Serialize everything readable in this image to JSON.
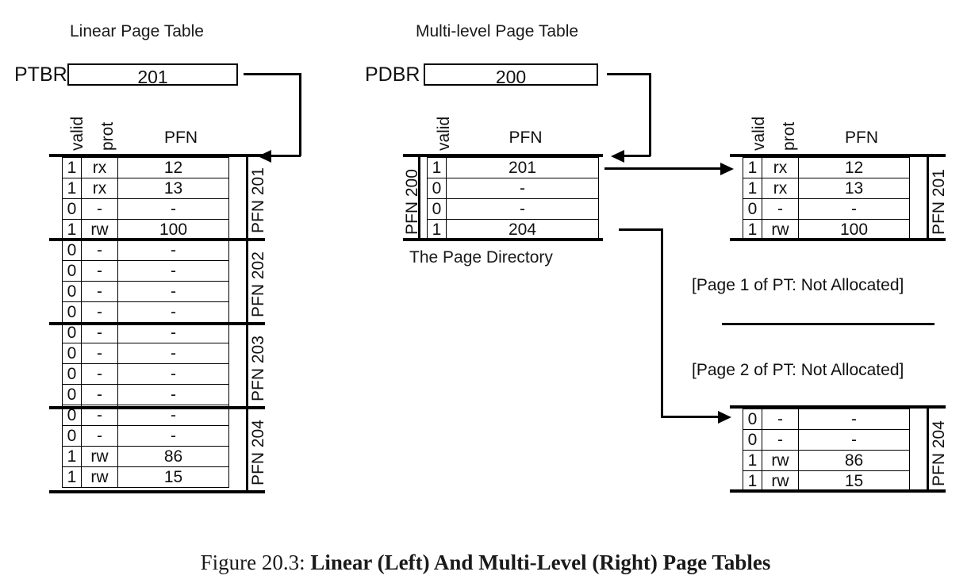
{
  "figure": {
    "caption_number": "Figure 20.3:",
    "caption_text": "Linear (Left) And Multi-Level (Right) Page Tables"
  },
  "left": {
    "title": "Linear Page Table",
    "register": {
      "label": "PTBR",
      "value": "201"
    },
    "headers": {
      "valid": "valid",
      "prot": "prot",
      "pfn": "PFN"
    },
    "groups": [
      {
        "pfn_label": "PFN 201",
        "rows": [
          {
            "valid": "1",
            "prot": "rx",
            "pfn": "12"
          },
          {
            "valid": "1",
            "prot": "rx",
            "pfn": "13"
          },
          {
            "valid": "0",
            "prot": "-",
            "pfn": "-"
          },
          {
            "valid": "1",
            "prot": "rw",
            "pfn": "100"
          }
        ]
      },
      {
        "pfn_label": "PFN 202",
        "rows": [
          {
            "valid": "0",
            "prot": "-",
            "pfn": "-"
          },
          {
            "valid": "0",
            "prot": "-",
            "pfn": "-"
          },
          {
            "valid": "0",
            "prot": "-",
            "pfn": "-"
          },
          {
            "valid": "0",
            "prot": "-",
            "pfn": "-"
          }
        ]
      },
      {
        "pfn_label": "PFN 203",
        "rows": [
          {
            "valid": "0",
            "prot": "-",
            "pfn": "-"
          },
          {
            "valid": "0",
            "prot": "-",
            "pfn": "-"
          },
          {
            "valid": "0",
            "prot": "-",
            "pfn": "-"
          },
          {
            "valid": "0",
            "prot": "-",
            "pfn": "-"
          }
        ]
      },
      {
        "pfn_label": "PFN 204",
        "rows": [
          {
            "valid": "0",
            "prot": "-",
            "pfn": "-"
          },
          {
            "valid": "0",
            "prot": "-",
            "pfn": "-"
          },
          {
            "valid": "1",
            "prot": "rw",
            "pfn": "86"
          },
          {
            "valid": "1",
            "prot": "rw",
            "pfn": "15"
          }
        ]
      }
    ]
  },
  "right": {
    "title": "Multi-level Page Table",
    "register": {
      "label": "PDBR",
      "value": "200"
    },
    "directory": {
      "pfn_label": "PFN 200",
      "caption": "The Page Directory",
      "headers": {
        "valid": "valid",
        "pfn": "PFN"
      },
      "rows": [
        {
          "valid": "1",
          "pfn": "201"
        },
        {
          "valid": "0",
          "pfn": "-"
        },
        {
          "valid": "0",
          "pfn": "-"
        },
        {
          "valid": "1",
          "pfn": "204"
        }
      ]
    },
    "pt_page_0": {
      "pfn_label": "PFN 201",
      "headers": {
        "valid": "valid",
        "prot": "prot",
        "pfn": "PFN"
      },
      "rows": [
        {
          "valid": "1",
          "prot": "rx",
          "pfn": "12"
        },
        {
          "valid": "1",
          "prot": "rx",
          "pfn": "13"
        },
        {
          "valid": "0",
          "prot": "-",
          "pfn": "-"
        },
        {
          "valid": "1",
          "prot": "rw",
          "pfn": "100"
        }
      ]
    },
    "not_allocated_1": "[Page 1 of PT: Not Allocated]",
    "not_allocated_2": "[Page 2 of PT: Not Allocated]",
    "pt_page_3": {
      "pfn_label": "PFN 204",
      "rows": [
        {
          "valid": "0",
          "prot": "-",
          "pfn": "-"
        },
        {
          "valid": "0",
          "prot": "-",
          "pfn": "-"
        },
        {
          "valid": "1",
          "prot": "rw",
          "pfn": "86"
        },
        {
          "valid": "1",
          "prot": "rw",
          "pfn": "15"
        }
      ]
    }
  }
}
